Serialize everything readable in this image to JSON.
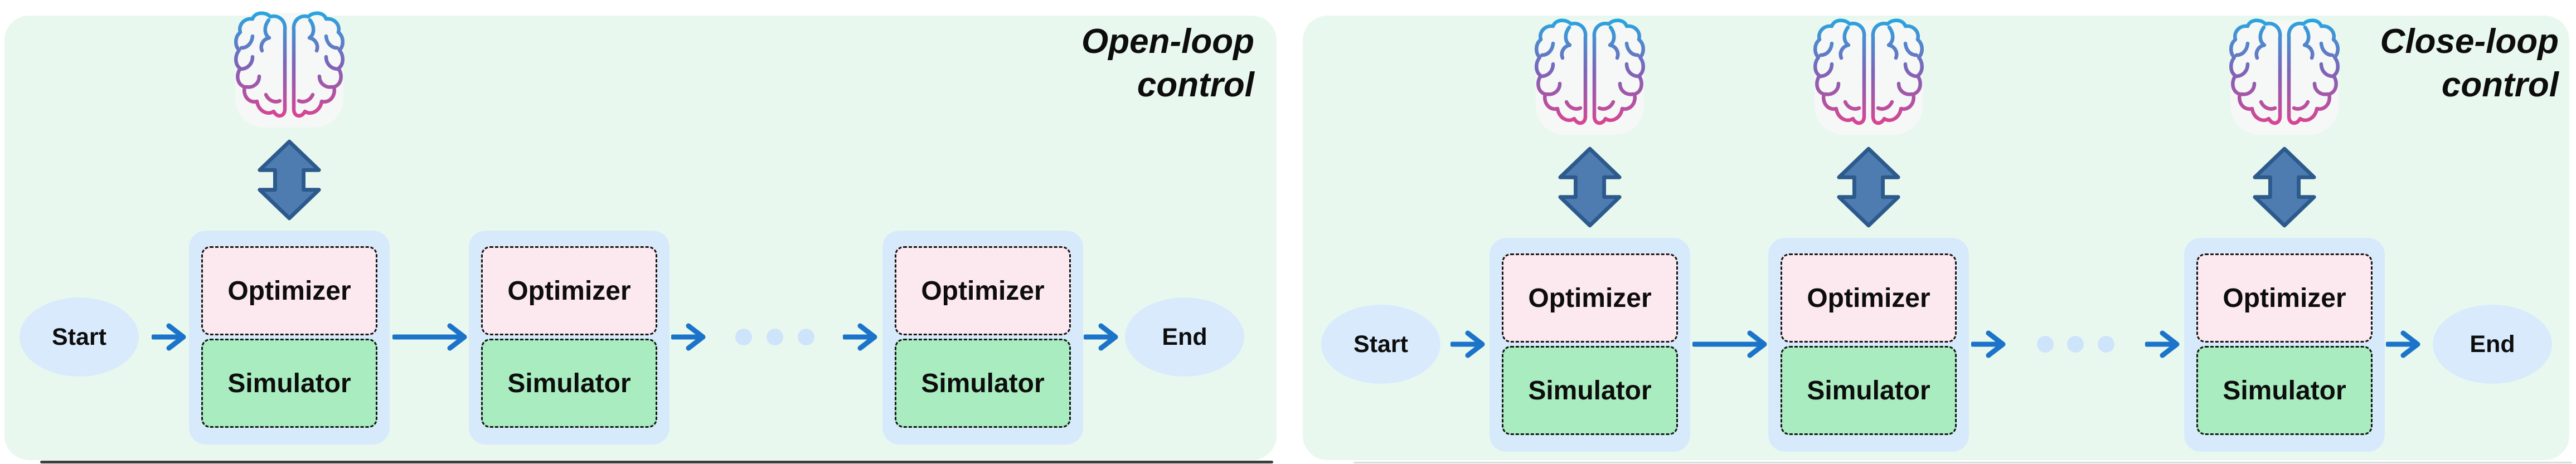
{
  "figure_type": "flow-diagram comparison",
  "panels": [
    {
      "name": "open-loop",
      "title": "Open-loop\ncontrol",
      "start_label": "Start",
      "end_label": "End",
      "blocks": [
        {
          "optimizer": "Optimizer",
          "simulator": "Simulator",
          "brain_above": true
        },
        {
          "optimizer": "Optimizer",
          "simulator": "Simulator",
          "brain_above": false
        },
        {
          "optimizer": "Optimizer",
          "simulator": "Simulator",
          "brain_above": false
        }
      ],
      "has_ellipsis": true
    },
    {
      "name": "close-loop",
      "title": "Close-loop\ncontrol",
      "start_label": "Start",
      "end_label": "End",
      "blocks": [
        {
          "optimizer": "Optimizer",
          "simulator": "Simulator",
          "brain_above": true
        },
        {
          "optimizer": "Optimizer",
          "simulator": "Simulator",
          "brain_above": true
        },
        {
          "optimizer": "Optimizer",
          "simulator": "Simulator",
          "brain_above": true
        }
      ],
      "has_ellipsis": true
    }
  ],
  "icons": {
    "brain": "brain-icon",
    "bidirectional_exchange": "up-down-arrow-icon",
    "flow": "arrow-right-icon",
    "ellipsis": "ellipsis-dots"
  },
  "colors": {
    "panel_bg": "#e9f8ef",
    "page_bg": "#ffffff",
    "container_blue": "#d7eafc",
    "optimizer_pink": "#fce8ef",
    "simulator_green": "#a9ecc0",
    "node_blue": "#d9eafd",
    "arrow_blue": "#1b74c9",
    "dots_blue": "#cde4fa",
    "updown_arrow_fill": "#4e7cb1",
    "updown_arrow_stroke": "#2d5a8c",
    "brain_grad_top": "#27a7e0",
    "brain_grad_mid": "#7e64b8",
    "brain_grad_bottom": "#ee3d8a",
    "text_black": "#0d0d0d"
  }
}
